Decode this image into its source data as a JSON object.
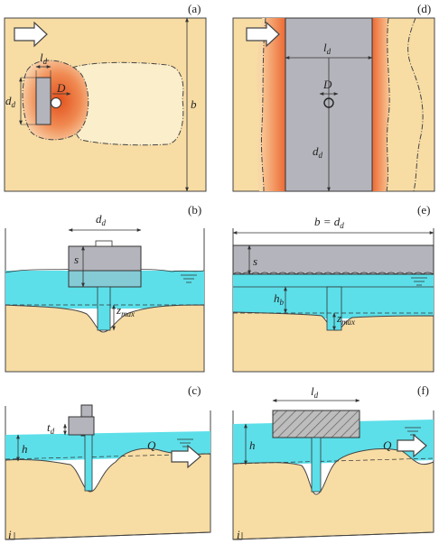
{
  "panels": {
    "a": {
      "letter": "(a)",
      "labels": {
        "l": "l",
        "d1": "d",
        "d2": "d",
        "dsub": "d",
        "D": "D",
        "b": "b"
      }
    },
    "b": {
      "letter": "(b)",
      "labels": {
        "d": "d",
        "dsub": "d",
        "s": "s",
        "z": "z",
        "zsub": "max"
      }
    },
    "c": {
      "letter": "(c)",
      "labels": {
        "t": "t",
        "tsub": "d",
        "h": "h",
        "Q": "Q",
        "i": "i"
      }
    },
    "d": {
      "letter": "(d)",
      "labels": {
        "l": "l",
        "lsub": "d",
        "D": "D",
        "d": "d",
        "dsub": "d"
      }
    },
    "e": {
      "letter": "(e)",
      "labels": {
        "bd": "b = d",
        "bdsub": "d",
        "s": "s",
        "h": "h",
        "hsub": "b",
        "z": "z",
        "zsub": "max"
      }
    },
    "f": {
      "letter": "(f)",
      "labels": {
        "l": "l",
        "lsub": "d",
        "h": "h",
        "Q": "Q",
        "i": "i"
      }
    }
  },
  "colors": {
    "sand": "#f7dca4",
    "water": "#5cdfe9",
    "structure": "#b4b4bc",
    "scour_deep": "#e8642e",
    "scour_light": "#fbeecb",
    "line": "#333333"
  }
}
